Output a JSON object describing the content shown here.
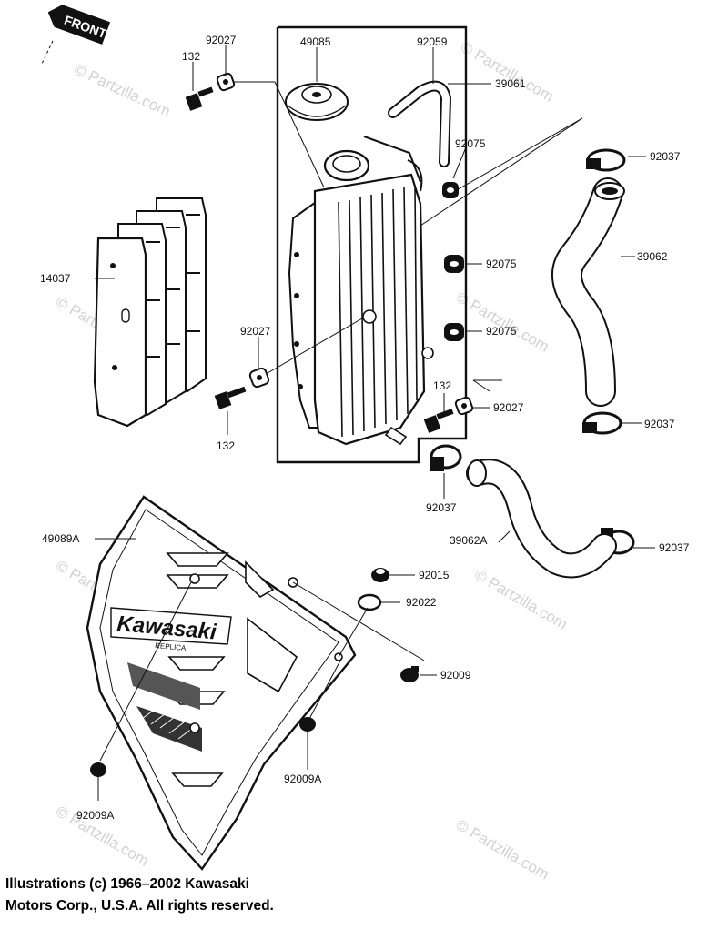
{
  "front_badge": "FRONT",
  "brand_text": "Kawasaki",
  "brand_subtext": "REPLICA",
  "watermark_text": "© Partzilla.com",
  "part_labels": {
    "l132a": "132",
    "l92027a": "92027",
    "l49085": "49085",
    "l92059": "92059",
    "l39061": "39061",
    "l92075a": "92075",
    "l92037a": "92037",
    "l14037": "14037",
    "l92075b": "92075",
    "l39062": "39062",
    "l92075c": "92075",
    "l92027b": "92027",
    "l132b": "132",
    "l132c": "132",
    "l92027c": "92027",
    "l92037b": "92037",
    "l92037c": "92037",
    "l39062a": "39062A",
    "l92037d": "92037",
    "l49089a": "49089A",
    "l92015": "92015",
    "l92022": "92022",
    "l92009": "92009",
    "l92009a1": "92009A",
    "l92009a2": "92009A"
  },
  "footer": {
    "line1": "Illustrations (c) 1966–2002 Kawasaki",
    "line2": "Motors Corp., U.S.A.  All rights reserved."
  }
}
